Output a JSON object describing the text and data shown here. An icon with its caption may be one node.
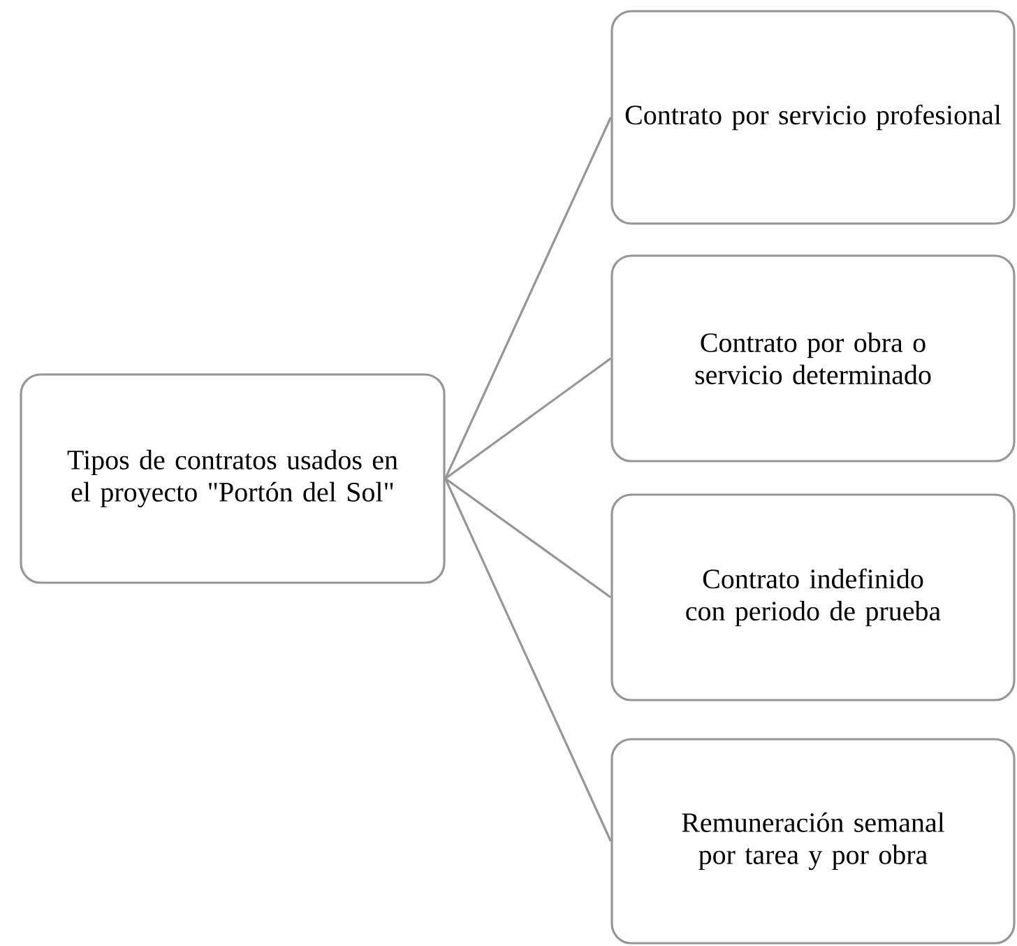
{
  "diagram": {
    "nodes": [
      {
        "text": [
          "Tipos de contratos usados en el proyecto \"Portón del Sol\""
        ]
      },
      {
        "text": [
          "Contrato por servicio profesional"
        ]
      },
      {
        "text": [
          "Contrato por obra o servicio determinado"
        ]
      },
      {
        "text": [
          "Contrato indefinido con periodo de prueba"
        ]
      },
      {
        "text": [
          "Remuneración semanal por tarea y por obra"
        ]
      }
    ],
    "edges": [
      {
        "from": 0,
        "to": 1,
        "arrow": "none"
      },
      {
        "from": 0,
        "to": 2,
        "arrow": "none"
      },
      {
        "from": 0,
        "to": 3,
        "arrow": "none"
      },
      {
        "from": 0,
        "to": 4,
        "arrow": "none"
      }
    ]
  }
}
